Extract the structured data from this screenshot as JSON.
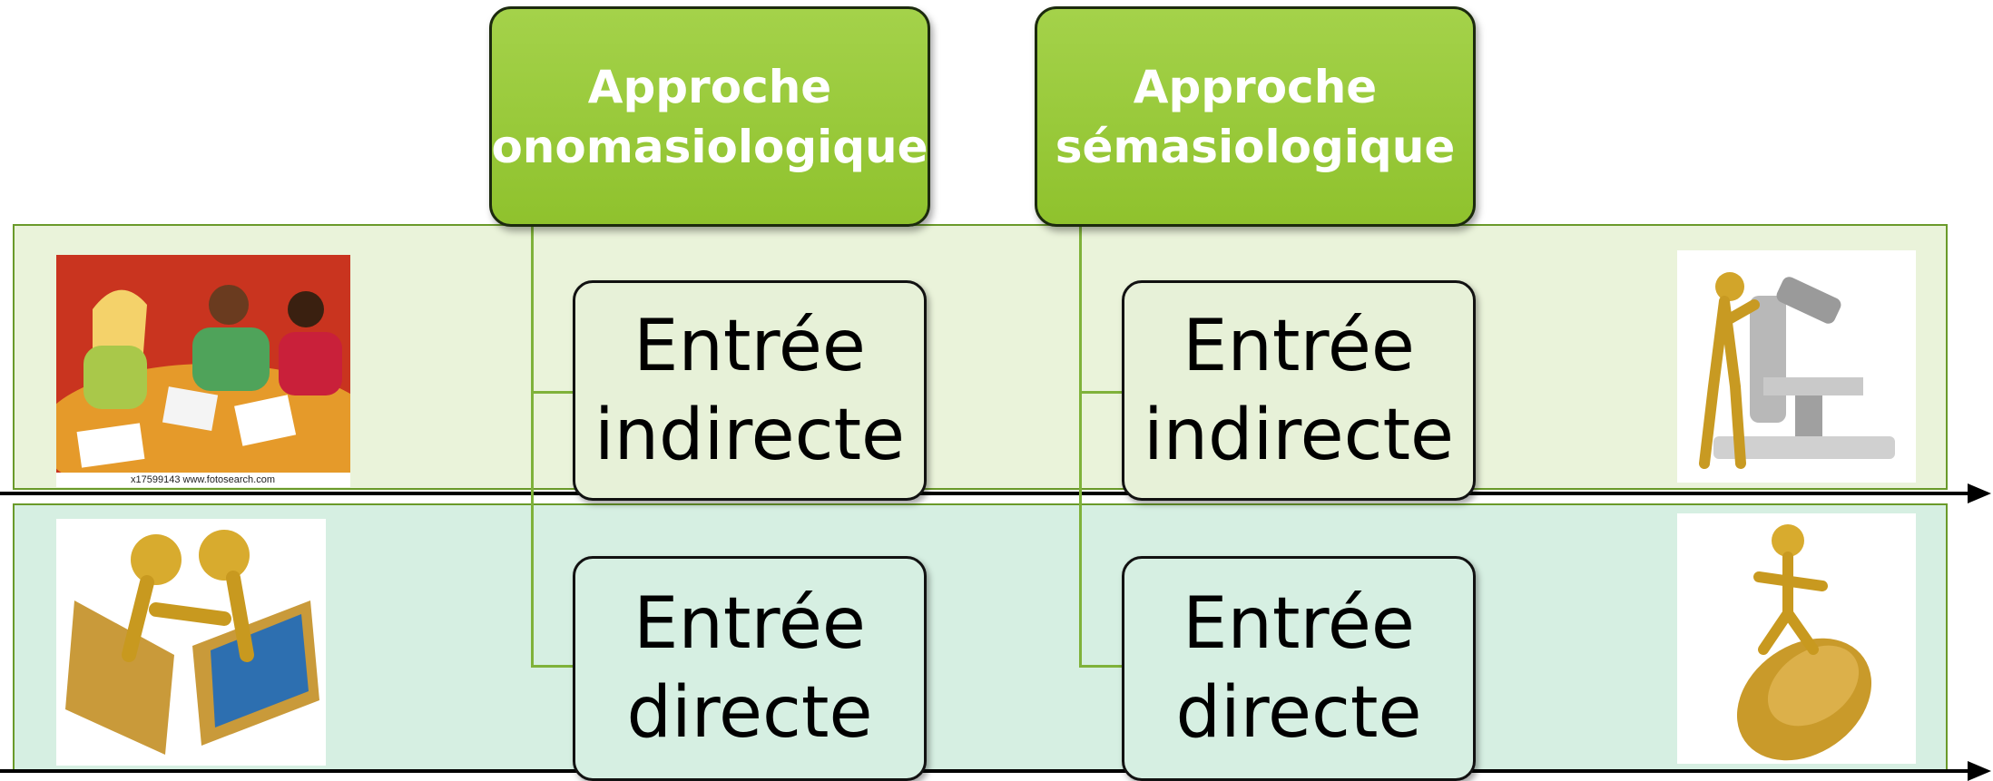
{
  "approaches": [
    {
      "line1": "Approche",
      "line2": "onomasiologique"
    },
    {
      "line1": "Approche",
      "line2": "sémasiologique"
    }
  ],
  "entries": {
    "indirect": {
      "line1": "Entrée",
      "line2": "indirecte"
    },
    "direct": {
      "line1": "Entrée",
      "line2": "directe"
    }
  },
  "images": {
    "people_caption": "x17599143 www.fotosearch.com"
  },
  "colors": {
    "approach_green": "#9acb3c",
    "band_top": "#eaf3da",
    "band_bottom": "#d6efe2",
    "band_border": "#6a9a2a",
    "connector": "#7fb23a"
  }
}
